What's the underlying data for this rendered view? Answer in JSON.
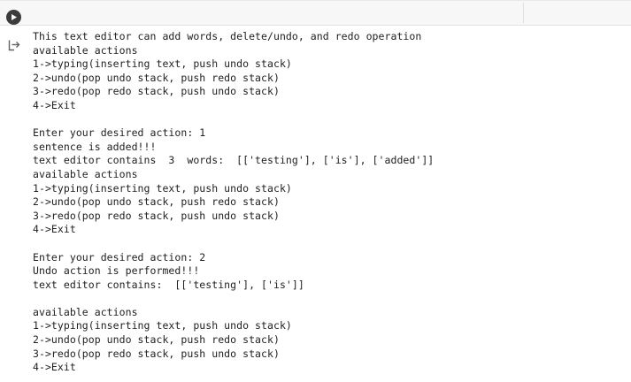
{
  "cell": {
    "run_icon": "play-icon",
    "output_icon": "output-arrow-icon"
  },
  "output": {
    "lines": [
      "This text editor can add words, delete/undo, and redo operation",
      "available actions",
      "1->typing(inserting text, push undo stack)",
      "2->undo(pop undo stack, push redo stack)",
      "3->redo(pop redo stack, push undo stack)",
      "4->Exit",
      "",
      "Enter your desired action: 1",
      "sentence is added!!!",
      "text editor contains  3  words:  [['testing'], ['is'], ['added']]",
      "available actions",
      "1->typing(inserting text, push undo stack)",
      "2->undo(pop undo stack, push redo stack)",
      "3->redo(pop redo stack, push undo stack)",
      "4->Exit",
      "",
      "Enter your desired action: 2",
      "Undo action is performed!!!",
      "text editor contains:  [['testing'], ['is']]",
      "",
      "available actions",
      "1->typing(inserting text, push undo stack)",
      "2->undo(pop undo stack, push redo stack)",
      "3->redo(pop redo stack, push undo stack)",
      "4->Exit"
    ]
  }
}
